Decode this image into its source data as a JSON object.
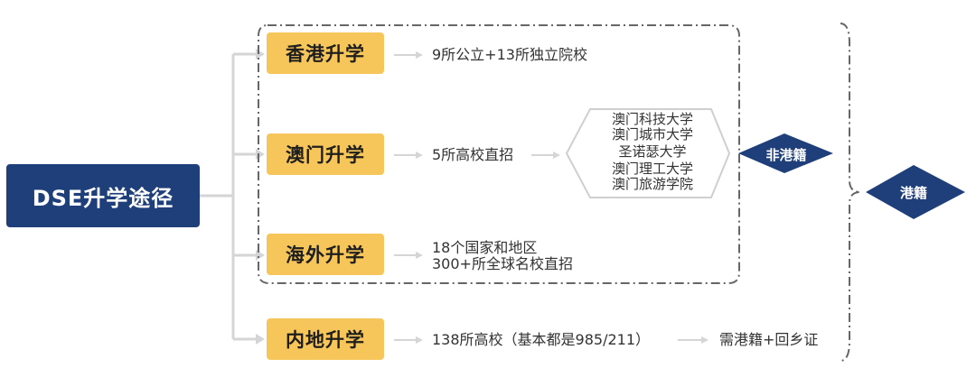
{
  "root": {
    "label": "DSE升学途径"
  },
  "branches": [
    {
      "label": "香港升学",
      "details": [
        "9所公立+13所独立院校"
      ]
    },
    {
      "label": "澳门升学",
      "details": [
        "5所高校直招"
      ],
      "universities": [
        "澳门科技大学",
        "澳门城市大学",
        "圣诺瑟大学",
        "澳门理工大学",
        "澳门旅游学院"
      ]
    },
    {
      "label": "海外升学",
      "details": [
        "18个国家和地区",
        "300+所全球名校直招"
      ]
    },
    {
      "label": "内地升学",
      "details": [
        "138所高校（基本都是985/211）"
      ],
      "requirement": "需港籍+回乡证"
    }
  ],
  "groups": {
    "non_hk": "非港籍",
    "hk": "港籍"
  },
  "colors": {
    "root": "#1F3F7A",
    "branch": "#F6C65B",
    "line": "#D5D5D5",
    "dash": "#666666",
    "tag": "#1F3F7A"
  }
}
